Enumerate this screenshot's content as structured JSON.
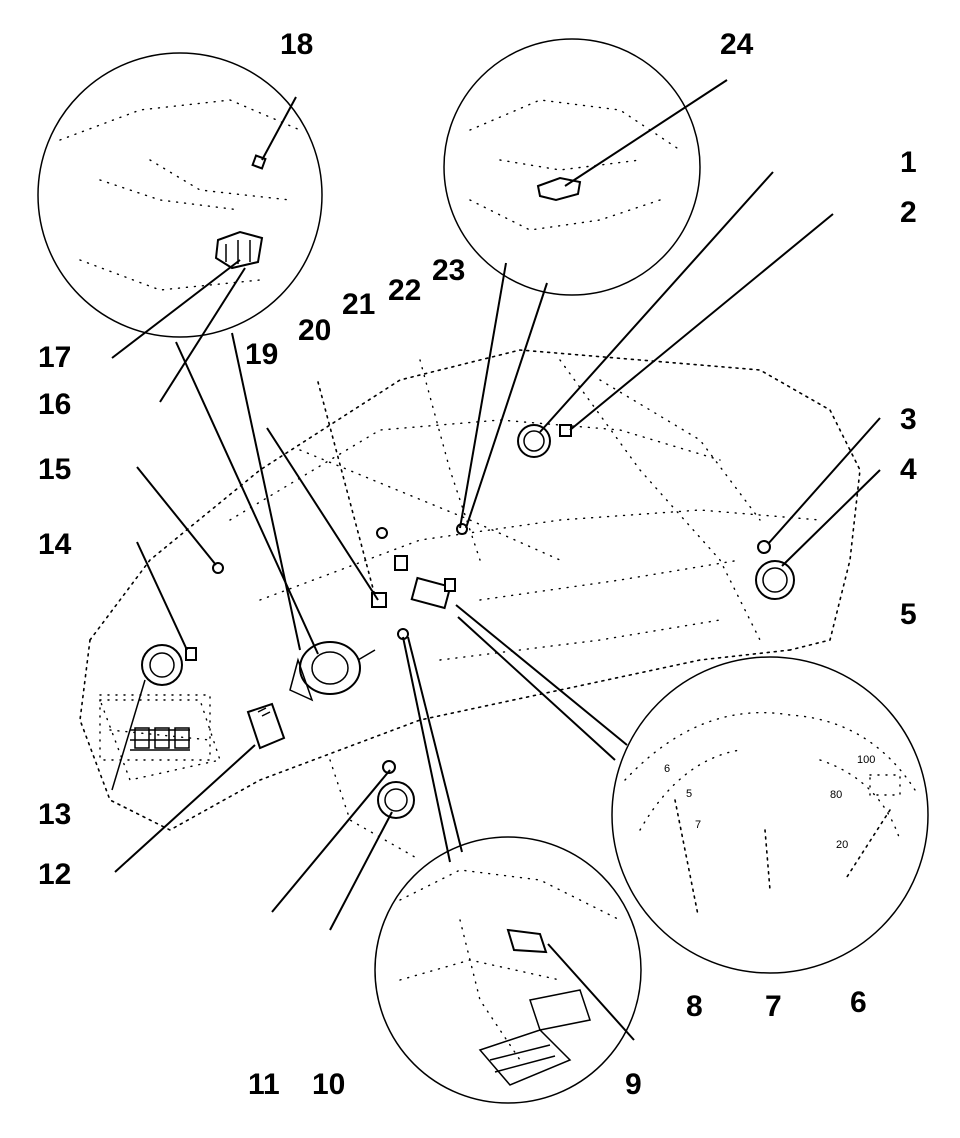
{
  "callouts": {
    "c1": "1",
    "c2": "2",
    "c3": "3",
    "c4": "4",
    "c5": "5",
    "c6": "6",
    "c7": "7",
    "c8": "8",
    "c9": "9",
    "c10": "10",
    "c11": "11",
    "c12": "12",
    "c13": "13",
    "c14": "14",
    "c15": "15",
    "c16": "16",
    "c17": "17",
    "c18": "18",
    "c19": "19",
    "c20": "20",
    "c21": "21",
    "c22": "22",
    "c23": "23",
    "c24": "24"
  },
  "gauges": {
    "speed_100": "100",
    "speed_80": "80",
    "speed_20": "20",
    "rpm_5": "5",
    "rpm_6": "6",
    "rpm_7": "7"
  }
}
